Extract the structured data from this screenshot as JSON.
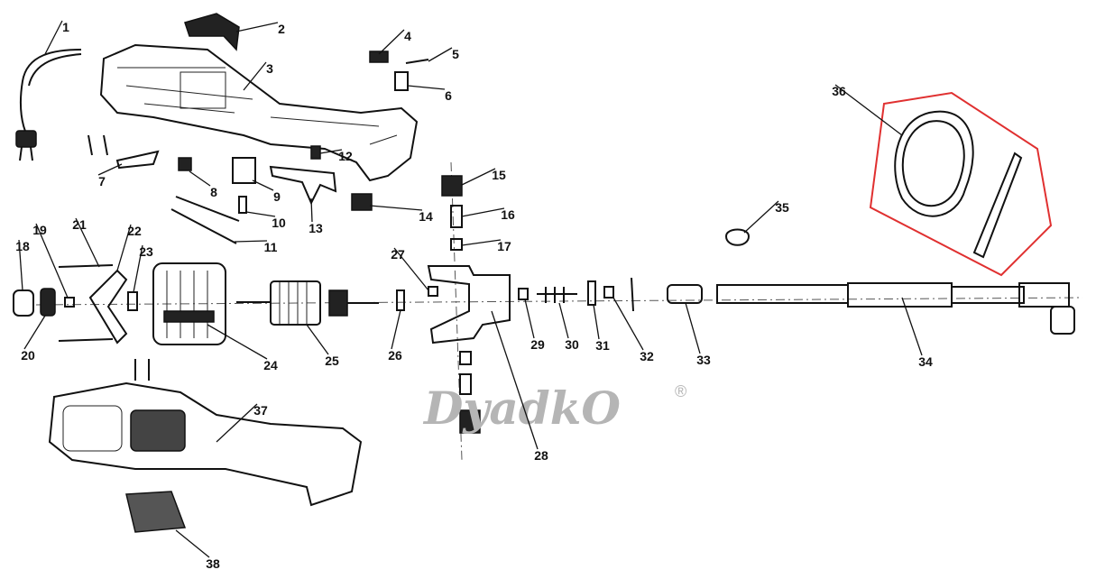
{
  "diagram": {
    "title": "Exploded parts diagram",
    "part_numbers": [
      "1",
      "2",
      "3",
      "4",
      "5",
      "6",
      "7",
      "8",
      "9",
      "10",
      "11",
      "12",
      "13",
      "14",
      "15",
      "16",
      "17",
      "18",
      "19",
      "20",
      "21",
      "22",
      "23",
      "24",
      "25",
      "26",
      "27",
      "28",
      "29",
      "30",
      "31",
      "32",
      "33",
      "34",
      "35",
      "36",
      "37",
      "38"
    ],
    "highlight_color": "#e03030",
    "highlighted_part": "36"
  },
  "watermark": {
    "text": "DyadkO",
    "mark": "®"
  }
}
